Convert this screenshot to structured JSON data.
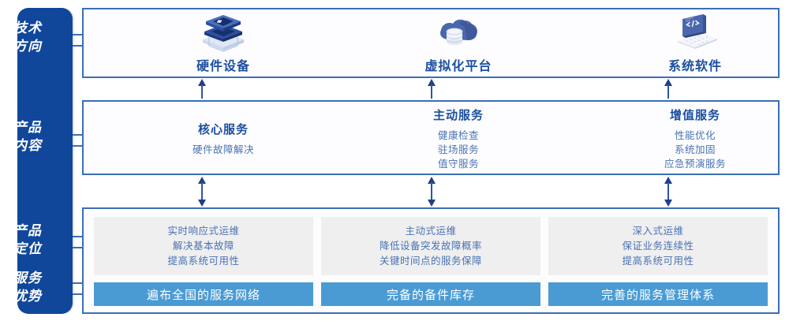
{
  "rail": {
    "color": "#10479B",
    "groups": [
      {
        "id": "tech-direction",
        "line1": "技术",
        "line2": "方向"
      },
      {
        "id": "product-content",
        "line1": "产品",
        "line2": "内容"
      },
      {
        "id": "product-position",
        "line1": "产品",
        "line2": "定位"
      },
      {
        "id": "service-advantage",
        "line1": "服务",
        "line2": "优势"
      }
    ]
  },
  "colors": {
    "rail": "#10479B",
    "border": "#3B6FB6",
    "title": "#1B4FA0",
    "body_text": "#4A72B4",
    "gray_panel": "#EFEFEF",
    "accent_bar": "#4A9BD4",
    "arrow": "#1F3F86"
  },
  "tech_direction": {
    "columns": [
      {
        "icon": "server-stack-icon",
        "label": "硬件设备"
      },
      {
        "icon": "cloud-database-icon",
        "label": "虚拟化平台"
      },
      {
        "icon": "laptop-code-icon",
        "label": "系统软件"
      }
    ]
  },
  "product_content": {
    "columns": [
      {
        "title": "核心服务",
        "items": [
          "硬件故障解决"
        ]
      },
      {
        "title": "主动服务",
        "items": [
          "健康检查",
          "驻场服务",
          "值守服务"
        ]
      },
      {
        "title": "增值服务",
        "items": [
          "性能优化",
          "系统加固",
          "应急预演服务"
        ]
      }
    ]
  },
  "product_position": {
    "columns": [
      {
        "lines": [
          "实时响应式运维",
          "解决基本故障",
          "提高系统可用性"
        ]
      },
      {
        "lines": [
          "主动式运维",
          "降低设备突发故障概率",
          "关键时间点的服务保障"
        ]
      },
      {
        "lines": [
          "深入式运维",
          "保证业务连续性",
          "提高系统可用性"
        ]
      }
    ]
  },
  "service_advantage": {
    "bars": [
      "遍布全国的服务网络",
      "完备的备件库存",
      "完善的服务管理体系"
    ]
  }
}
